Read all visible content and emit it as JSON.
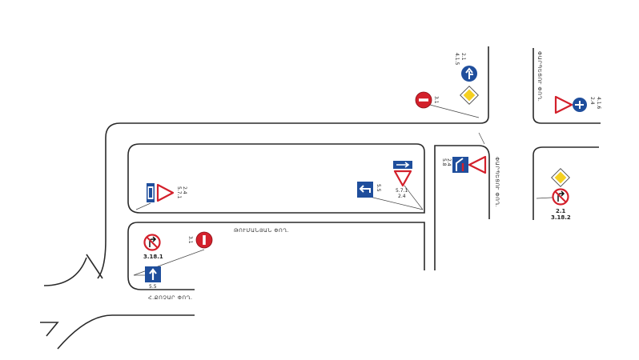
{
  "streets": {
    "center": "ԹՈՒՄԱՆՅԱՆ ՓՈՂ.",
    "bottom": "Հ.ՔՈՉԱՐ ՓՈՂ.",
    "vertical_mid": "ՓԱՐՊԵՑՈՒ ՓՈՂ.",
    "vertical_right": "ՓԱՐՊԵՑՈՒ ՓՈՂ."
  },
  "colors": {
    "road": "#2a2a2a",
    "sign_blue": "#1f4e9c",
    "sign_red": "#d3202b",
    "sign_yellow": "#f5d020",
    "leader": "#444444"
  },
  "signs": [
    {
      "id": "s1",
      "icon": "no-entry-sign-icon",
      "code": "3.1"
    },
    {
      "id": "s2",
      "icon": "priority-road-sign-icon",
      "code": "2.1"
    },
    {
      "id": "s3",
      "icon": "straight-or-right-sign-icon",
      "code": "4.1.5"
    },
    {
      "id": "s4",
      "icon": "yield-sign-icon",
      "code": "2.4"
    },
    {
      "id": "s5",
      "icon": "straight-or-left-sign-icon",
      "code": "4.1.6"
    },
    {
      "id": "s6",
      "icon": "one-way-plate-icon",
      "code": "5.7.1"
    },
    {
      "id": "s7",
      "icon": "yield-sign-icon",
      "code": "2.4"
    },
    {
      "id": "s8",
      "icon": "exit-left-sign-icon",
      "code": "5.5"
    },
    {
      "id": "s9",
      "icon": "one-way-plate-icon",
      "code": "5.7.1"
    },
    {
      "id": "s10",
      "icon": "yield-sign-icon",
      "code": "2.4"
    },
    {
      "id": "s11",
      "icon": "lane-merge-sign-icon",
      "code": "5.8"
    },
    {
      "id": "s12",
      "icon": "yield-sign-icon",
      "code": "2.4"
    },
    {
      "id": "s13",
      "icon": "priority-road-sign-icon",
      "code": "2.1"
    },
    {
      "id": "s14",
      "icon": "no-right-turn-sign-icon",
      "code": "3.18.2"
    },
    {
      "id": "s15",
      "icon": "no-right-turn-sign-icon",
      "code": "3.18.1"
    },
    {
      "id": "s16",
      "icon": "no-entry-sign-icon",
      "code": "3.1"
    },
    {
      "id": "s17",
      "icon": "one-way-road-sign-icon",
      "code": "5.5"
    }
  ]
}
